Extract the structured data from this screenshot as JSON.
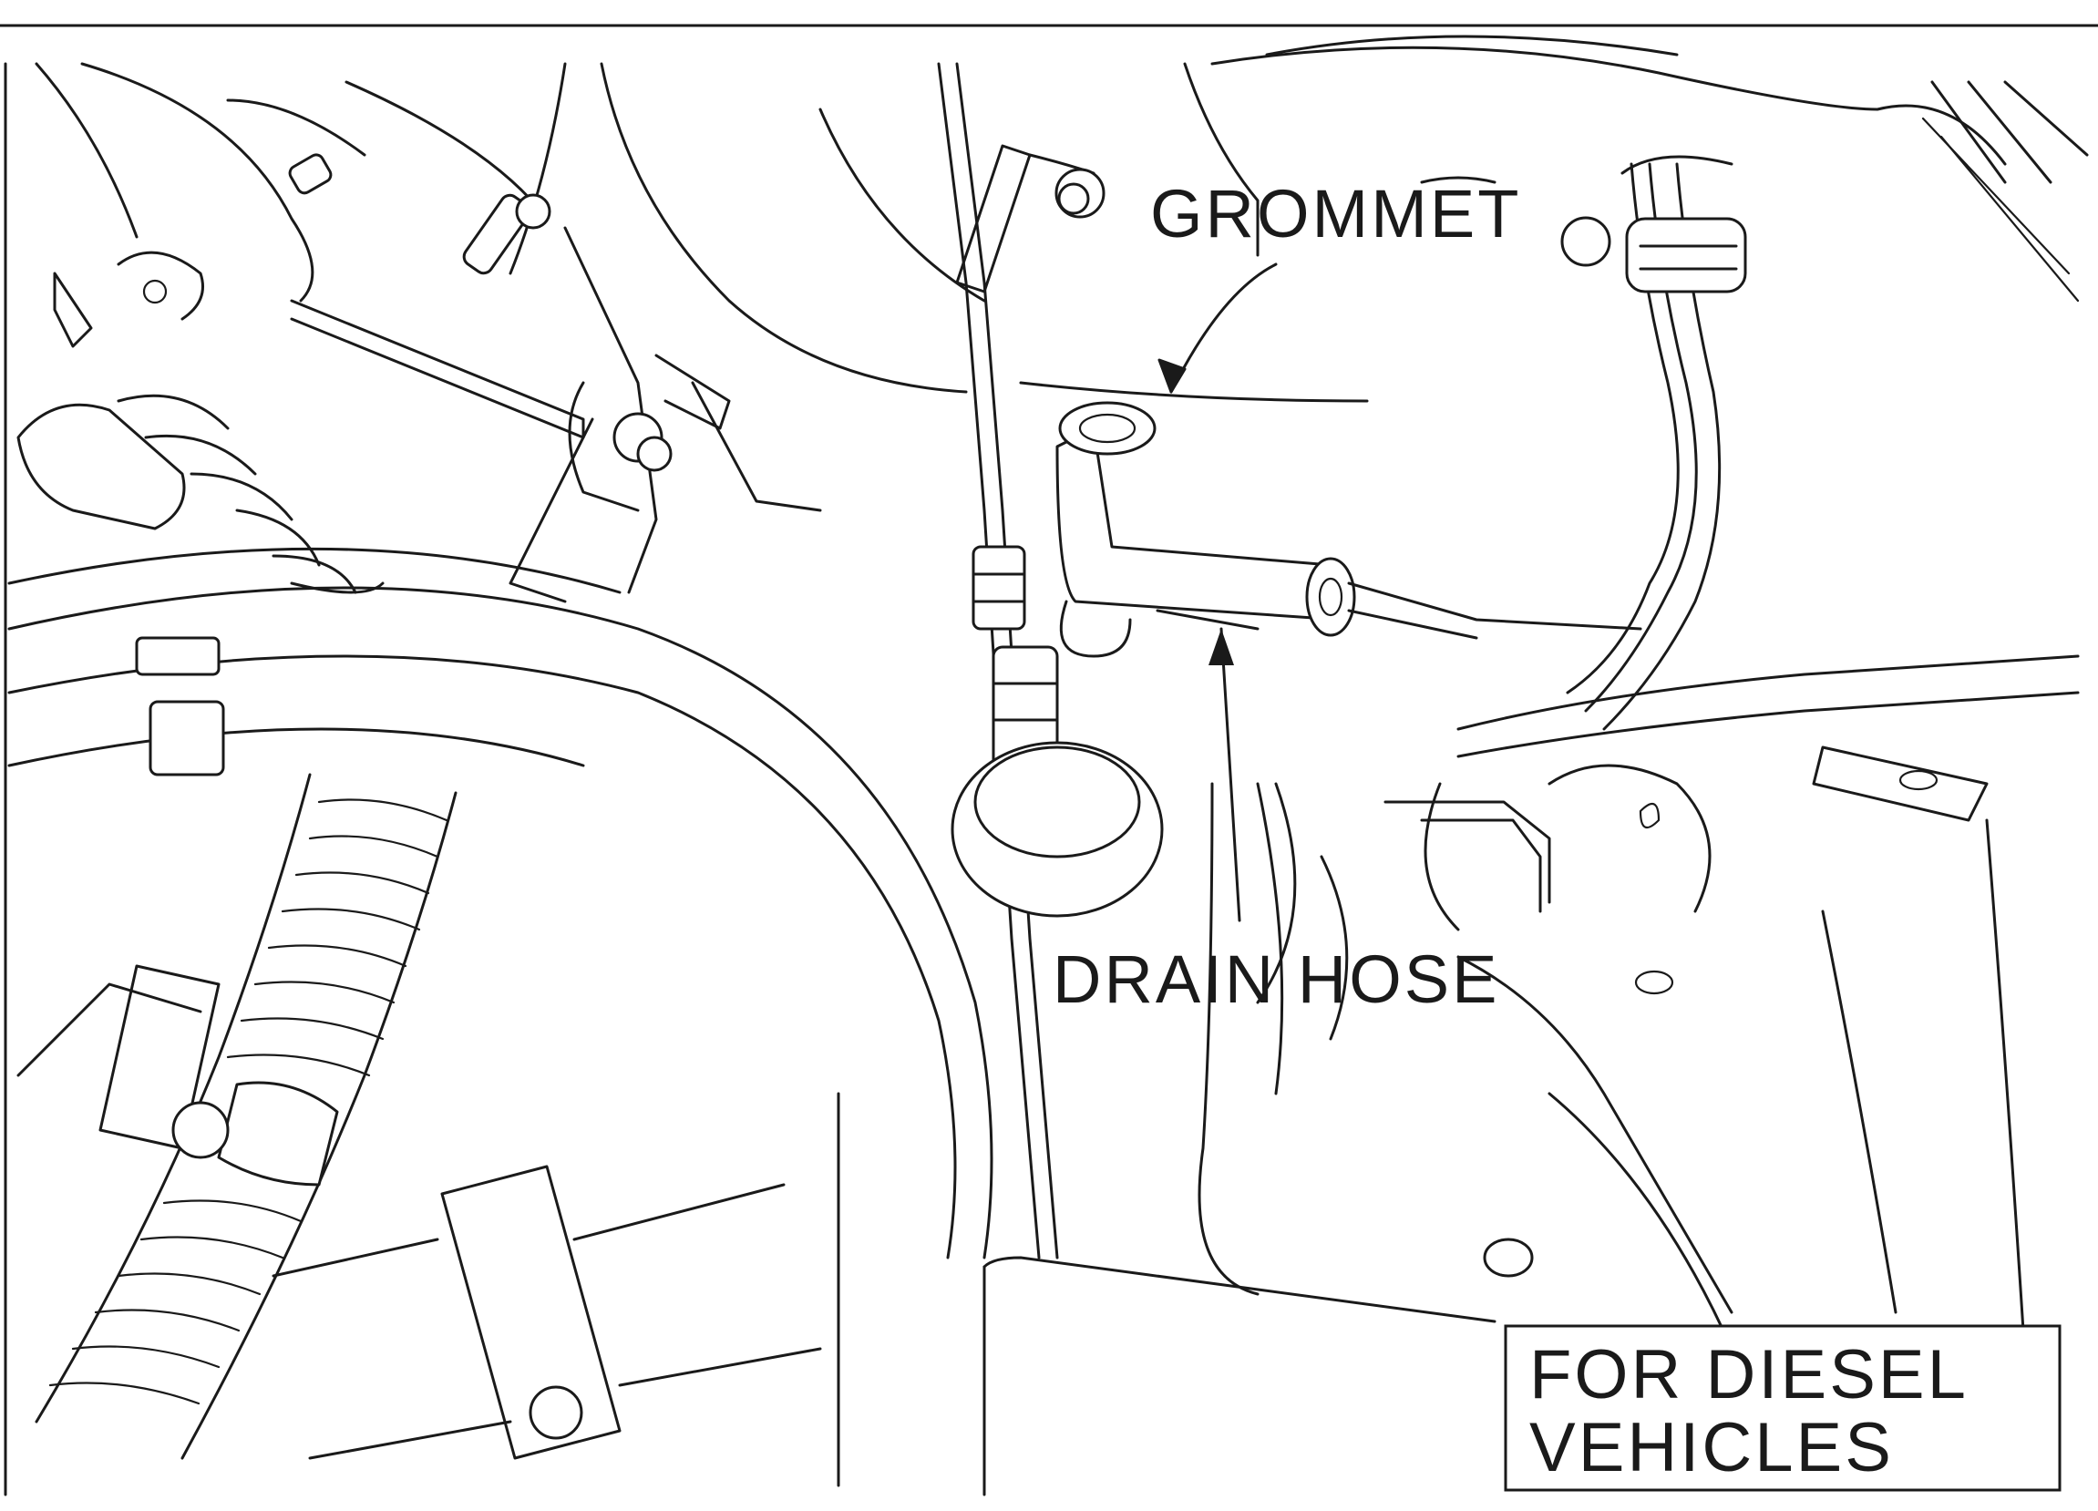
{
  "labels": {
    "grommet": "GROMMET",
    "drain_hose": "DRAIN HOSE"
  },
  "note": {
    "line1": "FOR DIESEL",
    "line2": "VEHICLES"
  },
  "colors": {
    "ink": "#1a1a1a",
    "paper": "#ffffff"
  }
}
